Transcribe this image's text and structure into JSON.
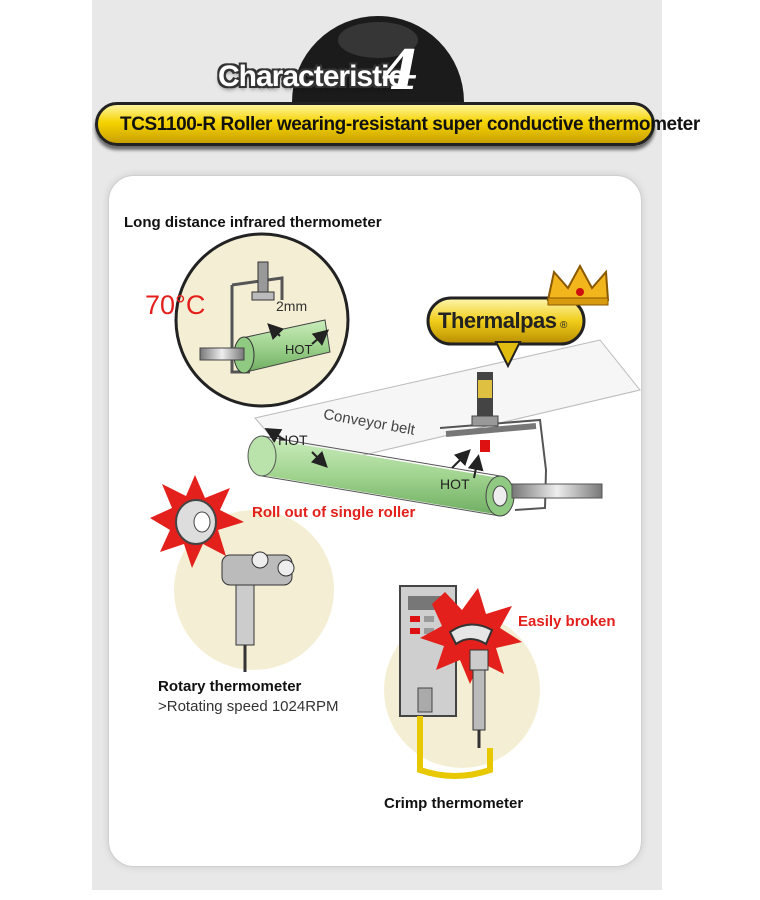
{
  "header": {
    "badge_title": "Characteristic",
    "badge_number": "4",
    "banner_text": "TCS1100-R  Roller wearing-resistant super conductive thermometer"
  },
  "diagram": {
    "infrared": {
      "label": "Long distance infrared thermometer",
      "temperature": "70°C",
      "gap": "2mm",
      "hot": "HOT"
    },
    "conveyor": {
      "brand": "Thermalpas",
      "brand_mark": "®",
      "belt_label": "Conveyor belt",
      "hot_left": "HOT",
      "hot_sensor": "HOT"
    },
    "rotary": {
      "warning": "Roll out of single roller",
      "name": "Rotary thermometer",
      "detail": ">Rotating speed 1024RPM"
    },
    "crimp": {
      "warning": "Easily broken",
      "name": "Crimp thermometer"
    }
  },
  "colors": {
    "banner_yellow": "#f5d400",
    "roller_green": "#a8d79a",
    "warning_red": "#e3201b",
    "circle_beige": "#f4efd4"
  }
}
